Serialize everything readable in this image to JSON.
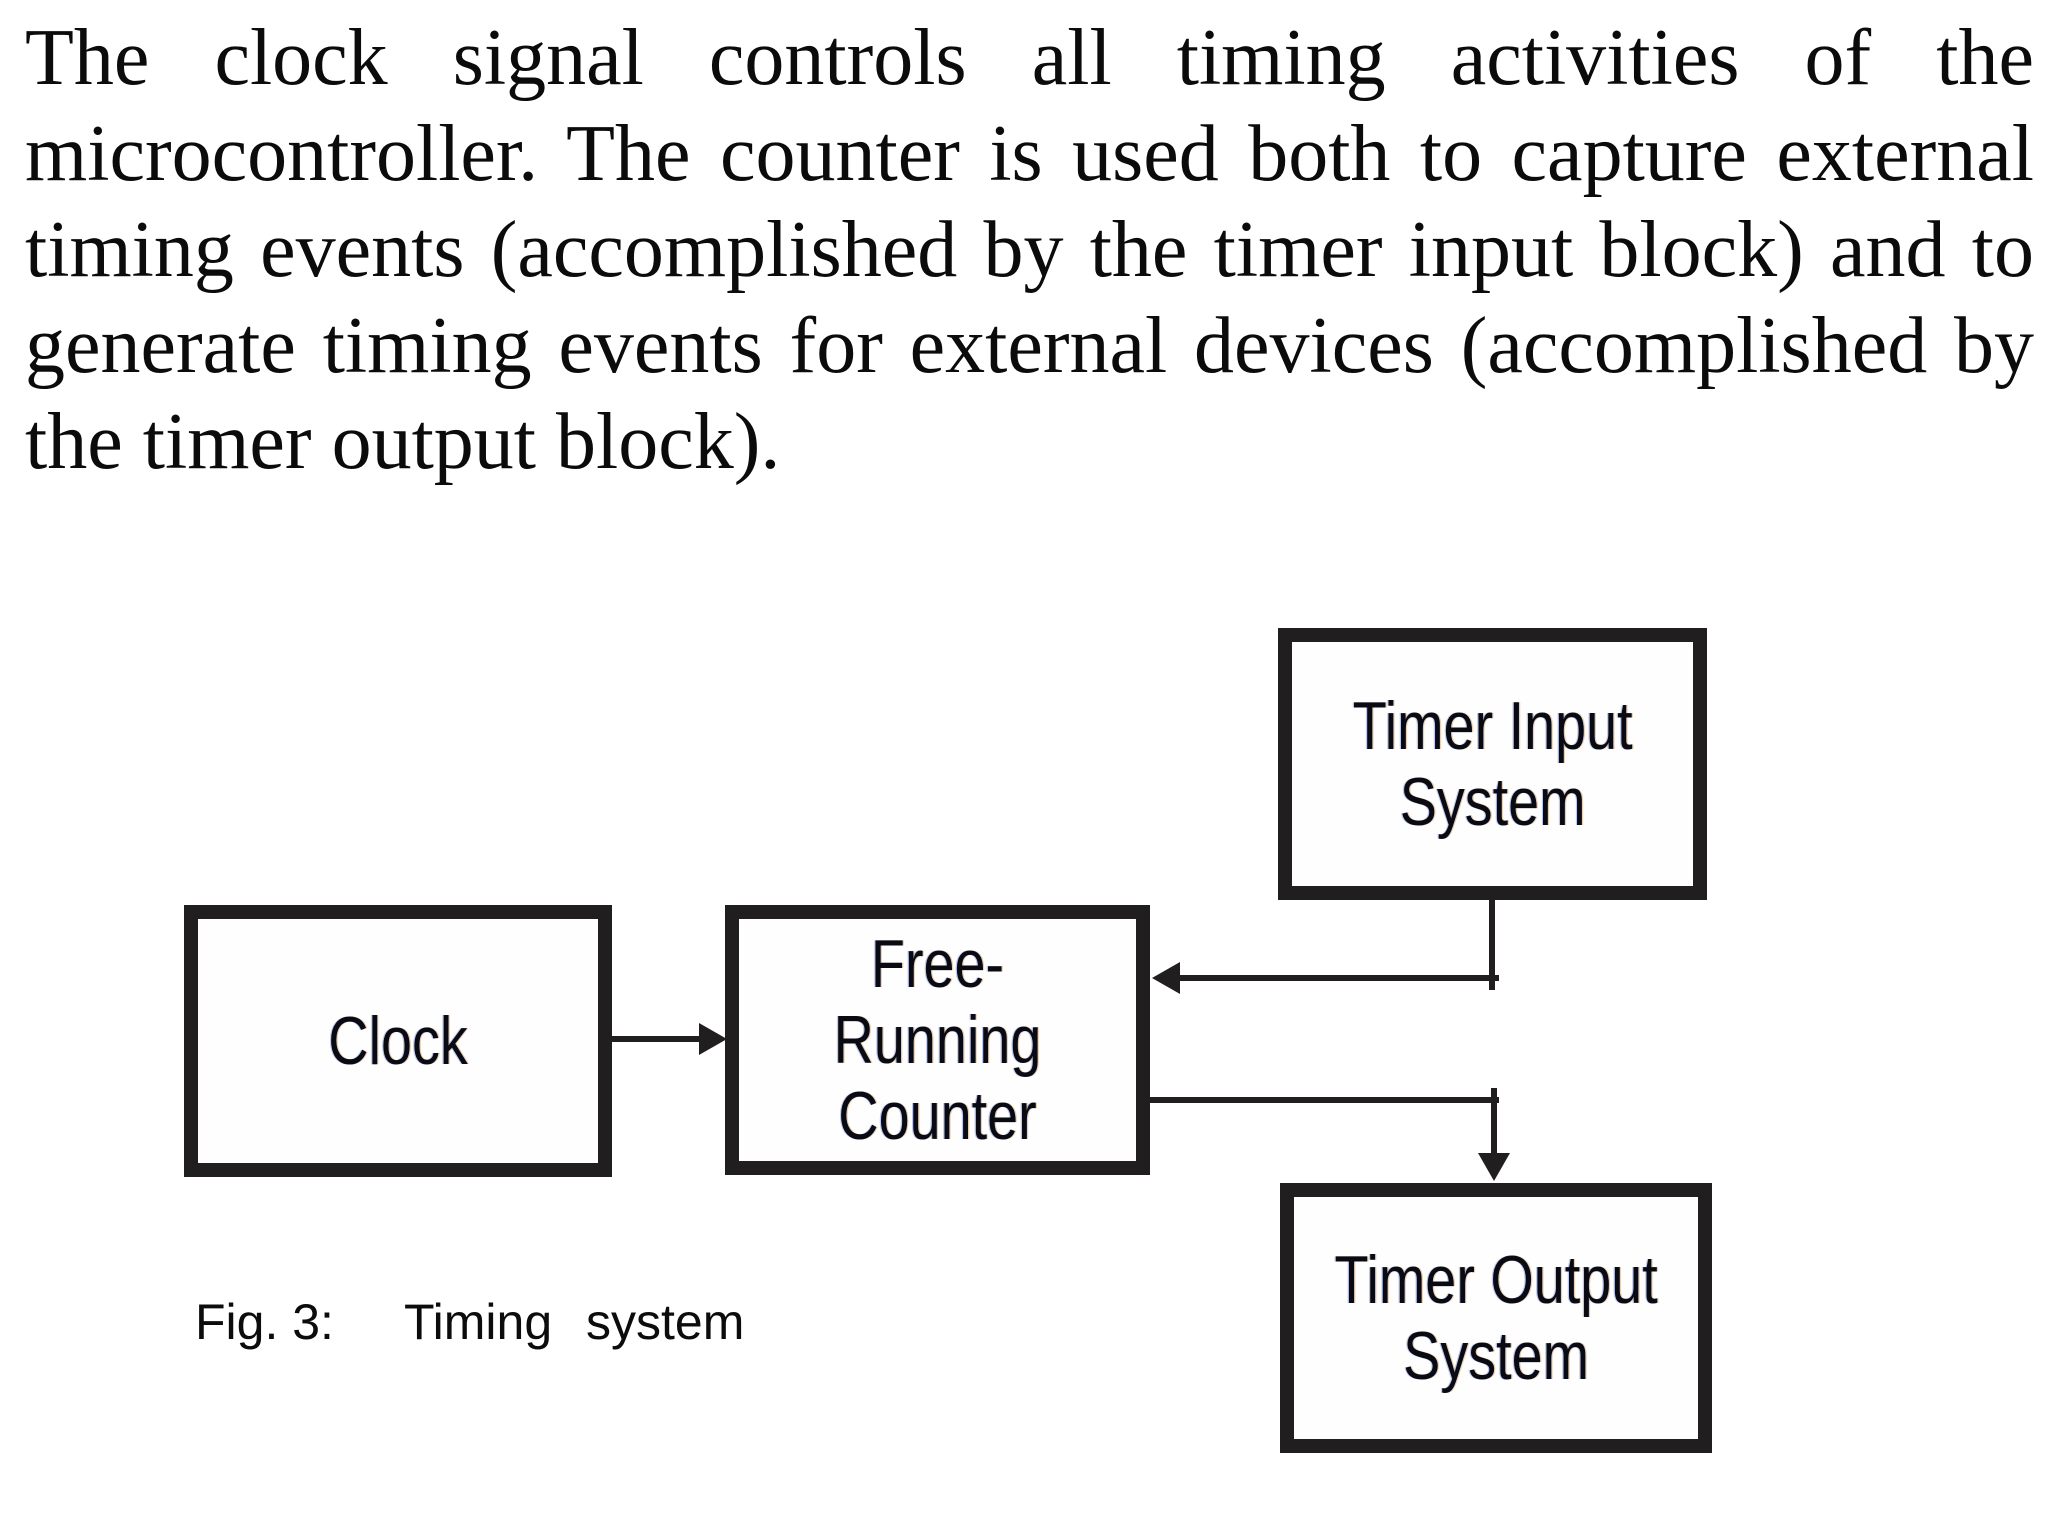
{
  "paragraph": {
    "lines": [
      "The clock signal controls all timing activities of the",
      "microcontroller. The counter is used both to capture external",
      "timing events (accomplished by the timer input block) and to",
      "generate timing events for external devices (accomplished by",
      "the timer output block)."
    ]
  },
  "diagram": {
    "boxes": {
      "clock": {
        "label": "Clock"
      },
      "counter": {
        "label": "Free-Running\nCounter"
      },
      "timer_input": {
        "label": "Timer Input\nSystem"
      },
      "timer_output": {
        "label": "Timer Output\nSystem"
      }
    },
    "connections": [
      {
        "from": "Clock",
        "to": "Free-Running Counter",
        "direction": "right"
      },
      {
        "from": "Timer Input System",
        "to": "Free-Running Counter",
        "direction": "down-then-left"
      },
      {
        "from": "Free-Running Counter",
        "to": "Timer Output System",
        "direction": "right-then-down"
      }
    ],
    "colors": {
      "line": "#211e1f",
      "box_border": "#211e1f",
      "box_fill": "#fefefe",
      "label_text": "#0a0a12"
    }
  },
  "caption": {
    "figure_label": "Fig. 3:",
    "figure_title": "Timing system"
  }
}
